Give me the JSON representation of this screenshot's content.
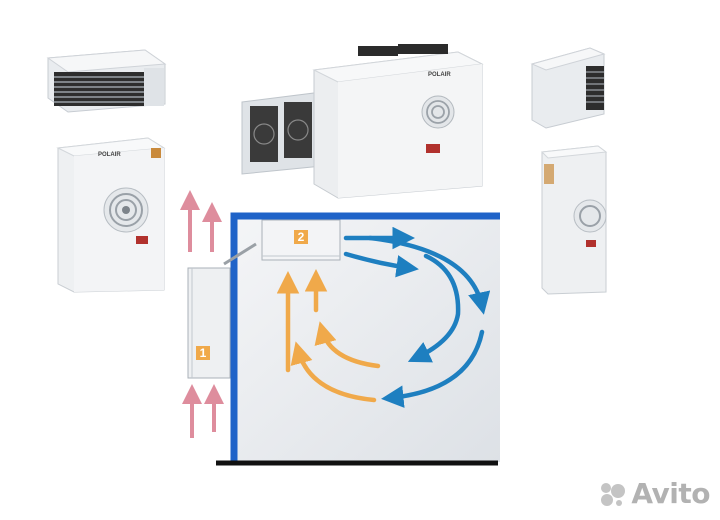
{
  "diagram": {
    "unit_label_1": "1",
    "unit_label_2": "2"
  },
  "brand": {
    "unit_logo": "POLAIR",
    "center_logo": "POLAIR"
  },
  "watermark": {
    "text": "Avito"
  },
  "colors": {
    "room_wall": "#1f63c8",
    "cold_airflow": "#1e7fc0",
    "warm_airflow": "#f0a94a",
    "exhaust_airflow": "#d97a8c",
    "label_badge": "#f0a94a"
  }
}
